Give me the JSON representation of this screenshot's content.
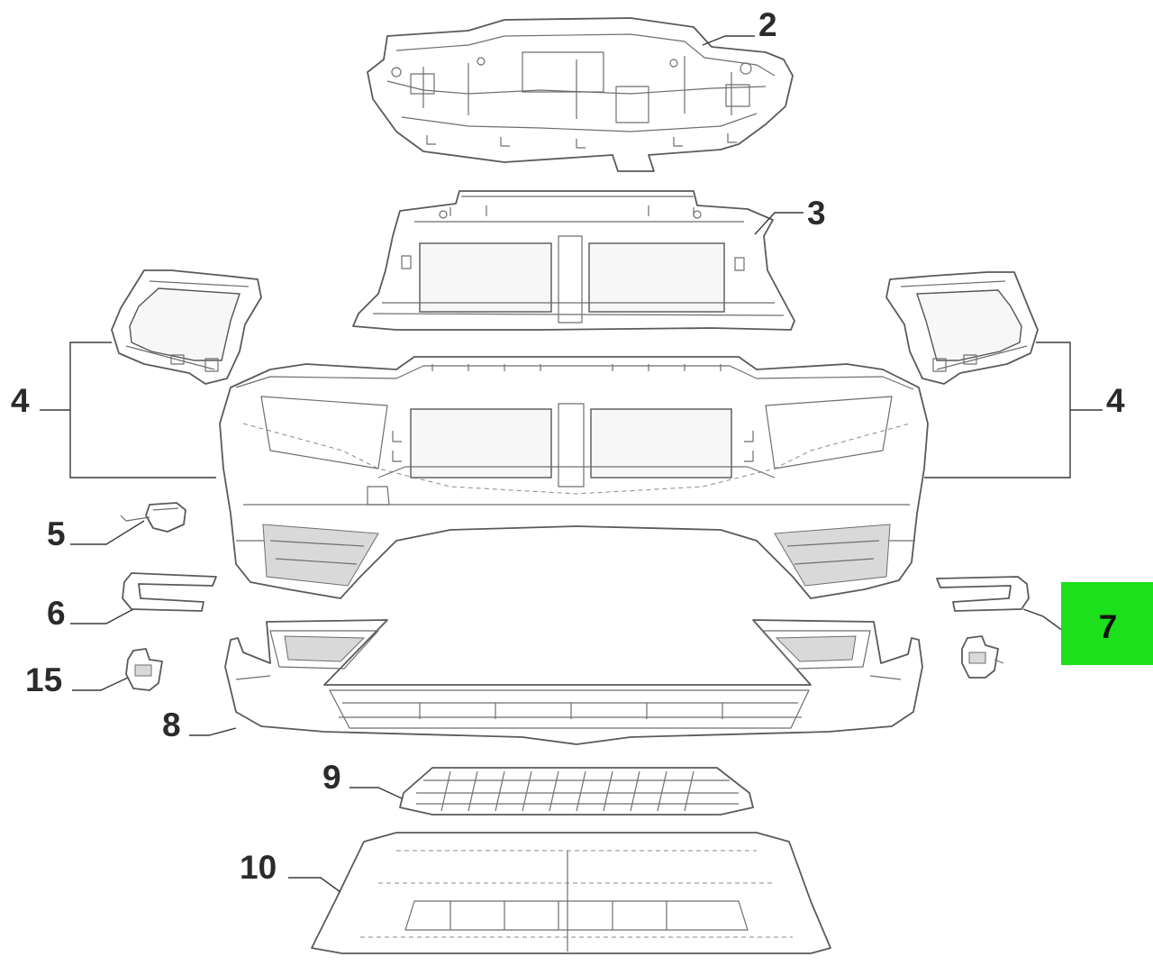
{
  "highlight_color": "#1be01b",
  "callouts": {
    "p2": "2",
    "p3": "3",
    "p4_left": "4",
    "p4_right": "4",
    "p5": "5",
    "p6": "6",
    "p7": "7",
    "p8": "8",
    "p9": "9",
    "p10": "10",
    "p15": "15"
  },
  "highlighted_callout": "7"
}
